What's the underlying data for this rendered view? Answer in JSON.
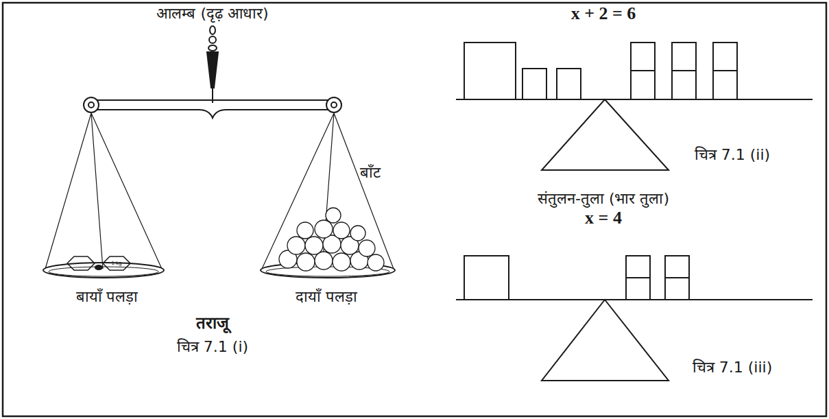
{
  "diagram": {
    "labels": [
      "आलम्ब (दृढ़ आधार)",
      "बाँट",
      "बायाँ पलड़ा",
      "दायाँ पलड़ा",
      "तराजू",
      "चित्र 7.1 (i)",
      "x + 2 = 6",
      "चित्र 7.1 (ii)",
      "संतुलन-तुला (भार तुला)",
      "x = 4",
      "चित्र 7.1 (iii)",
      "1 kg"
    ]
  }
}
